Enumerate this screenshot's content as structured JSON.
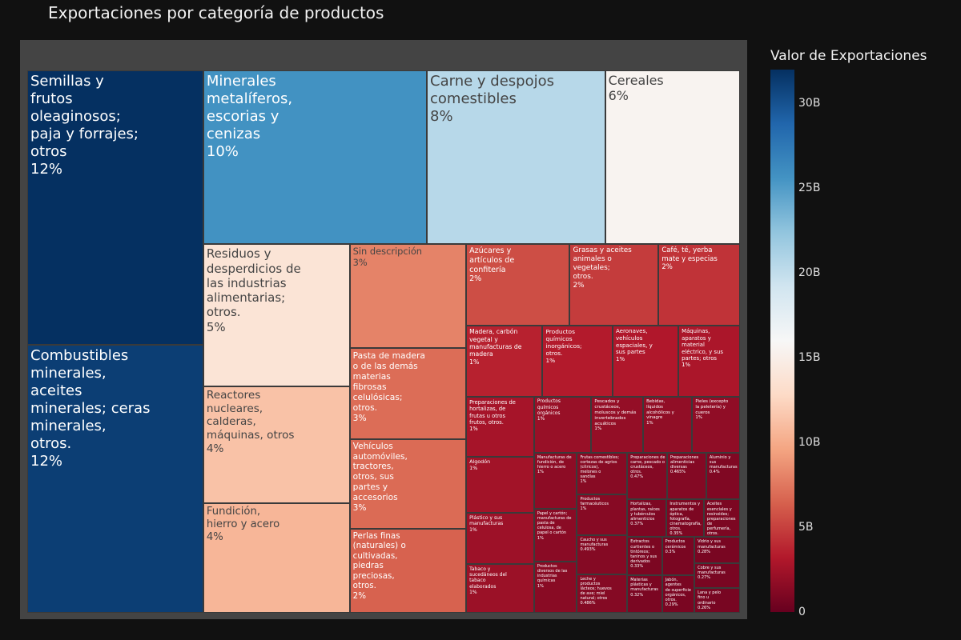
{
  "chart_data": {
    "type": "treemap",
    "title": "Exportaciones por categoría de productos",
    "colorbar": {
      "title": "Valor de Exportaciones",
      "range": [
        0,
        32000000000
      ],
      "ticks": [
        {
          "value": 0,
          "label": "0"
        },
        {
          "value": 5000000000,
          "label": "5B"
        },
        {
          "value": 10000000000,
          "label": "10B"
        },
        {
          "value": 15000000000,
          "label": "15B"
        },
        {
          "value": 20000000000,
          "label": "20B"
        },
        {
          "value": 25000000000,
          "label": "25B"
        },
        {
          "value": 30000000000,
          "label": "30B"
        }
      ],
      "colorscale": [
        "#67001f",
        "#b2182b",
        "#d6604d",
        "#f4a582",
        "#fddbc7",
        "#f7f7f7",
        "#d1e5f0",
        "#92c5de",
        "#4393c3",
        "#2166ac",
        "#053061"
      ]
    },
    "items": [
      {
        "label": "Semillas y\nfrutos\noleaginosos;\npaja y forrajes;\notros",
        "percent": "12%",
        "value": 32000000000
      },
      {
        "label": "Combustibles\nminerales,\naceites\nminerales; ceras\nminerales,\notros.",
        "percent": "12%",
        "value": 31200000000
      },
      {
        "label": "Minerales\nmetalíferos,\nescorias y\ncenizas",
        "percent": "10%",
        "value": 25700000000
      },
      {
        "label": "Carne y despojos\ncomestibles",
        "percent": "8%",
        "value": 20500000000
      },
      {
        "label": "Cereales",
        "percent": "6%",
        "value": 15500000000
      },
      {
        "label": "Residuos y\ndesperdicios de\nlas industrias\nalimentarias;\notros.",
        "percent": "5%",
        "value": 13800000000
      },
      {
        "label": "Reactores\nnucleares,\ncalderas,\nmáquinas, otros",
        "percent": "4%",
        "value": 11300000000
      },
      {
        "label": "Fundición,\nhierro y acero",
        "percent": "4%",
        "value": 10600000000
      },
      {
        "label": "Sin descripción",
        "percent": "3%",
        "value": 8000000000
      },
      {
        "label": "Pasta de madera\no de las demás\nmaterias\nfibrosas\ncelulósicas;\notros.",
        "percent": "3%",
        "value": 7000000000
      },
      {
        "label": "Vehículos\nautomóviles,\ntractores,\notros, sus\npartes y\naccesorios",
        "percent": "3%",
        "value": 6900000000
      },
      {
        "label": "Perlas finas\n(naturales) o\ncultivadas,\npiedras\npreciosas,\notros.",
        "percent": "2%",
        "value": 6500000000
      },
      {
        "label": "Azúcares y\nartículos de\nconfitería",
        "percent": "2%",
        "value": 5600000000
      },
      {
        "label": "Grasas y aceites\nanimales o\nvegetales;\notros.",
        "percent": "2%",
        "value": 4800000000
      },
      {
        "label": "Café, té, yerba\nmate y especias",
        "percent": "2%",
        "value": 4400000000
      },
      {
        "label": "Madera, carbón\nvegetal y\nmanufacturas de\nmadera",
        "percent": "1%",
        "value": 3600000000
      },
      {
        "label": "Productos\nquímicos\ninorgánicos;\notros.",
        "percent": "1%",
        "value": 3300000000
      },
      {
        "label": "Aeronaves,\nvehículos\nespaciales, y\nsus partes",
        "percent": "1%",
        "value": 3100000000
      },
      {
        "label": "Máquinas,\naparatos y\nmaterial\neléctrico, y sus\npartes; otros",
        "percent": "1%",
        "value": 2900000000
      },
      {
        "label": "Preparaciones de\nhortalizas, de\nfrutas u otros\nfrutos, otros.",
        "percent": "1%",
        "value": 2700000000
      },
      {
        "label": "Algodón",
        "percent": "1%",
        "value": 2500000000
      },
      {
        "label": "Plástico y sus\nmanufacturas",
        "percent": "1%",
        "value": 2300000000
      },
      {
        "label": "Tabaco y\nsucedáneos del\ntabaco\nelaborados",
        "percent": "1%",
        "value": 2200000000
      },
      {
        "label": "Productos\nquímicos\norgánicos",
        "percent": "1%",
        "value": 2100000000
      },
      {
        "label": "Pescados y\ncrustáceos,\nmoluscos y demás\ninvertebrados\nacuáticos",
        "percent": "1%",
        "value": 1900000000
      },
      {
        "label": "Bebidas,\nlíquidos\nalcohólicos y\nvinagre",
        "percent": "1%",
        "value": 1800000000
      },
      {
        "label": "Pieles (excepto\nla peletería) y\ncueros",
        "percent": "1%",
        "value": 1750000000
      },
      {
        "label": "Manufacturas de\nfundición, de\nhierro o acero",
        "percent": "1%",
        "value": 1600000000
      },
      {
        "label": "Papel y cartón;\nmanufacturas de\npasta de\ncelulosa, de\npapel o cartón",
        "percent": "1%",
        "value": 1500000000
      },
      {
        "label": "Productos\ndiversos de las\nindustrias\nquímicas",
        "percent": "1%",
        "value": 1450000000
      },
      {
        "label": "Frutas comestibles;\ncortezas de agrios\n(cítricos),\nmelones o\nsandías",
        "percent": "1%",
        "value": 1400000000
      },
      {
        "label": "Productos\nfarmacéuticos",
        "percent": "1%",
        "value": 1350000000
      },
      {
        "label": "Caucho y sus\nmanufacturas",
        "percent": "0.493%",
        "value": 1300000000
      },
      {
        "label": "Leche y\nproductos\nlácteos; huevos\nde ave; miel\nnatural; otros",
        "percent": "0.486%",
        "value": 1280000000
      },
      {
        "label": "Preparaciones de\ncarne, pescado o\ncrustáceos,\notros.",
        "percent": "0.47%",
        "value": 1240000000
      },
      {
        "label": "Preparaciones\nalimenticias\ndiversas",
        "percent": "0.465%",
        "value": 1220000000
      },
      {
        "label": "Aluminio y sus\nmanufacturas",
        "percent": "0.4%",
        "value": 1050000000
      },
      {
        "label": "Hortalizas,\nplantas, raíces\ny tubérculos\nalimenticios",
        "percent": "0.37%",
        "value": 980000000
      },
      {
        "label": "Instrumentos y\naparatos de\nóptica,\nfotografía,\ncinematografía,\notros.",
        "percent": "0.35%",
        "value": 930000000
      },
      {
        "label": "Aceites\nesenciales y\nresinoides;\npreparaciones de\nperfumería, otros.",
        "percent": "0.34%",
        "value": 900000000
      },
      {
        "label": "Extractos\ncurtientes o\ntintóreos;\ntaninos y sus\nderivados",
        "percent": "0.33%",
        "value": 880000000
      },
      {
        "label": "Materias\nplásticas y\nmanufacturas",
        "percent": "0.32%",
        "value": 860000000
      },
      {
        "label": "Productos\ncerámicos",
        "percent": "0.3%",
        "value": 820000000
      },
      {
        "label": "Jabón, agentes\nde superficie\norgánicos,\notros.",
        "percent": "0.29%",
        "value": 800000000
      },
      {
        "label": "Vidrio y sus\nmanufacturas",
        "percent": "0.28%",
        "value": 780000000
      },
      {
        "label": "Cobre y sus\nmanufacturas",
        "percent": "0.27%",
        "value": 760000000
      },
      {
        "label": "Lana y pelo\nfino u\nordinario",
        "percent": "0.26%",
        "value": 740000000
      }
    ]
  }
}
